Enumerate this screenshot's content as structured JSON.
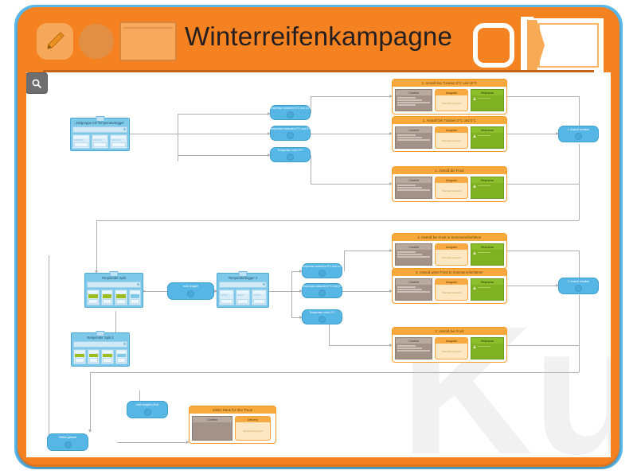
{
  "header": {
    "title": "Winterreifenkampagne",
    "icons": [
      "pencil-icon",
      "circle-avatar-icon",
      "card-icon",
      "screen-icon",
      "book-icon"
    ]
  },
  "canvas": {
    "search_button": "search-icon",
    "watermark": "Ku"
  },
  "colors": {
    "frame": "#f58220",
    "edge": "#5bb8e8",
    "node_blue": "#56b6e5",
    "panel_blue": "#7ec8ea",
    "card_orange": "#f7a93c",
    "content_gray": "#a29287",
    "response_green": "#7fb123",
    "connector": "#b0b0b0"
  },
  "cell_labels": {
    "content": "Content",
    "output": "Ausgabe",
    "response": "Response",
    "delivery": "Delivery",
    "output_placeholder": "Standard Versand"
  },
  "nodes": {
    "audience_1": "Zielgruppe mit Temperaturtrigger",
    "trigger_2": "Temperaturtrigger 2",
    "responder_split_1": "Responder Split",
    "responder_split_2": "Responder Split 2",
    "cond_t1_a": "Temperatur zwischen 5°C und 10°C",
    "cond_t1_b": "Temperatur zwischen 0°C und 5°C",
    "cond_t1_c": "Temperatur unter 0°C",
    "cond_t2_a": "Temperatur zwischen 5°C und 10°C",
    "cond_t2_b": "Temperatur zwischen 0°C und 5°C",
    "cond_t2_c": "Temperatur unter 0°C",
    "not_reacted_1": "nicht reagiert",
    "not_reacted_2": "nicht reagiert (Ruf)",
    "tires_bought": "Reifen gekauft",
    "exit_1": "1. Anstoß erhalten",
    "exit_2": "2. Anstoß erhalten"
  },
  "cards": {
    "c1": "1. Anstoß bei Tuvaren 5°C und 10°C",
    "c2": "1. Anstoß bei Tuvaren 0°C und 5°C",
    "c3": "1. Anstoß bei Frost",
    "c4": "2. Anstoß bei Frost in Sommerreifenfahrer",
    "c5": "2. Anstoß wenn Frost in Sommerreifenfahrer",
    "c6": "2. Anstoß bei Frost",
    "c7": "Vielen Dank für Ihre Treue"
  }
}
